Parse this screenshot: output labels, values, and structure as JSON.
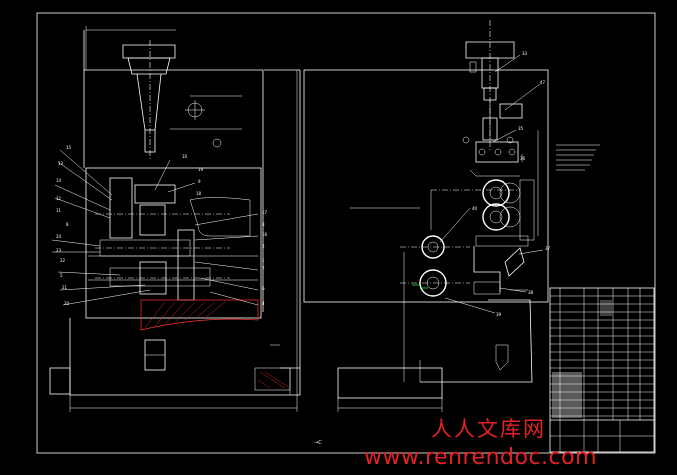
{
  "watermark": {
    "cn": "人人文库网",
    "url": "www.renrendoc.com"
  },
  "drawing": {
    "scale_note": "→C",
    "background": "#000000",
    "line_color": "#ffffff",
    "accent_colors": [
      "#ff3030",
      "#30ff30"
    ],
    "balloon_numbers_left": [
      "15",
      "14",
      "13",
      "12",
      "11",
      "24",
      "23",
      "22",
      "21",
      "20",
      "5",
      "8",
      "10",
      "9",
      "19",
      "18",
      "17",
      "16",
      "7",
      "6",
      "4",
      "3",
      "2",
      "1"
    ],
    "balloon_numbers_right": [
      "33",
      "47",
      "35",
      "36",
      "37",
      "38",
      "39",
      "40"
    ]
  }
}
